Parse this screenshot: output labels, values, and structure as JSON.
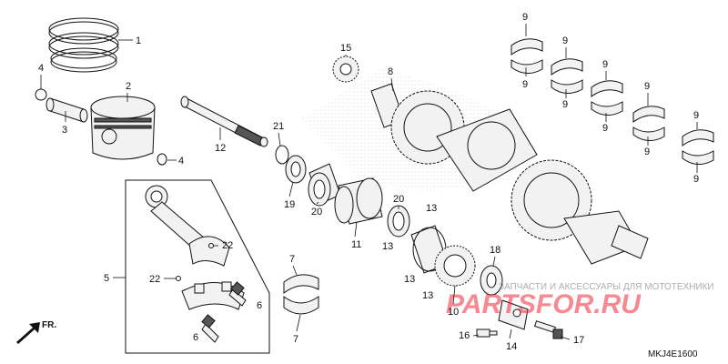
{
  "diagram": {
    "code": "MKJ4E1600",
    "front_label": "FR.",
    "watermark": {
      "brand": "PARTSFOR.RU",
      "line": "ЗАПЧАСТИ И АКСЕССУАРЫ ДЛЯ МОТОТЕХНИКИ"
    },
    "callouts": [
      {
        "id": "c1",
        "text": "1"
      },
      {
        "id": "c2",
        "text": "2"
      },
      {
        "id": "c3",
        "text": "3"
      },
      {
        "id": "c4a",
        "text": "4"
      },
      {
        "id": "c4b",
        "text": "4"
      },
      {
        "id": "c5",
        "text": "5"
      },
      {
        "id": "c6a",
        "text": "6"
      },
      {
        "id": "c6b",
        "text": "6"
      },
      {
        "id": "c7a",
        "text": "7"
      },
      {
        "id": "c7b",
        "text": "7"
      },
      {
        "id": "c8",
        "text": "8"
      },
      {
        "id": "c9a",
        "text": "9"
      },
      {
        "id": "c9b",
        "text": "9"
      },
      {
        "id": "c9c",
        "text": "9"
      },
      {
        "id": "c9d",
        "text": "9"
      },
      {
        "id": "c9e",
        "text": "9"
      },
      {
        "id": "c9f",
        "text": "9"
      },
      {
        "id": "c9g",
        "text": "9"
      },
      {
        "id": "c9h",
        "text": "9"
      },
      {
        "id": "c9i",
        "text": "9"
      },
      {
        "id": "c9j",
        "text": "9"
      },
      {
        "id": "c10",
        "text": "10"
      },
      {
        "id": "c11",
        "text": "11"
      },
      {
        "id": "c12",
        "text": "12"
      },
      {
        "id": "c13a",
        "text": "13"
      },
      {
        "id": "c13b",
        "text": "13"
      },
      {
        "id": "c13c",
        "text": "13"
      },
      {
        "id": "c13d",
        "text": "13"
      },
      {
        "id": "c14",
        "text": "14"
      },
      {
        "id": "c15",
        "text": "15"
      },
      {
        "id": "c16",
        "text": "16"
      },
      {
        "id": "c17",
        "text": "17"
      },
      {
        "id": "c18",
        "text": "18"
      },
      {
        "id": "c19",
        "text": "19"
      },
      {
        "id": "c20a",
        "text": "20"
      },
      {
        "id": "c20b",
        "text": "20"
      },
      {
        "id": "c21",
        "text": "21"
      },
      {
        "id": "c22a",
        "text": "22"
      },
      {
        "id": "c22b",
        "text": "22"
      }
    ]
  }
}
